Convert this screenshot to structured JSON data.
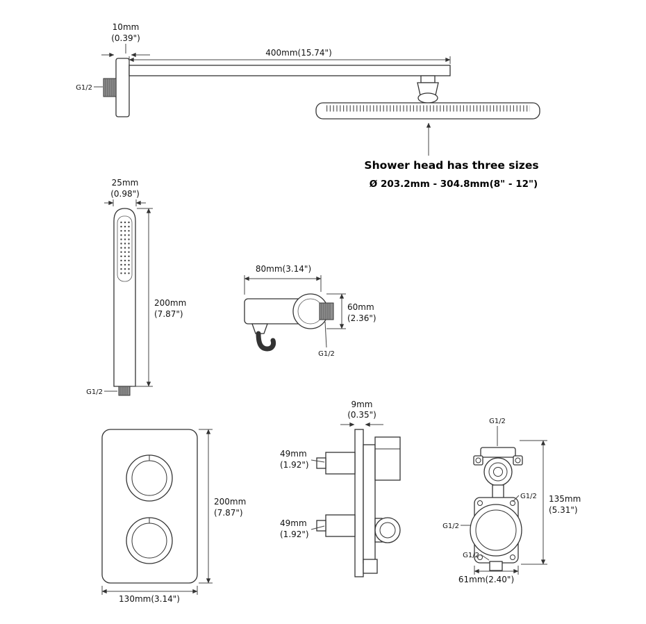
{
  "page": {
    "background": "#ffffff",
    "line_color": "#333333"
  },
  "shower_arm": {
    "flange_thickness_mm": "10mm",
    "flange_thickness_in": "(0.39\")",
    "length": "400mm(15.74\")",
    "thread": "G1/2"
  },
  "shower_head": {
    "note": "Shower head has three sizes",
    "diameter_range": "Ø 203.2mm - 304.8mm(8\" - 12\")"
  },
  "hand_shower": {
    "width_mm": "25mm",
    "width_in": "(0.98\")",
    "length_mm": "200mm",
    "length_in": "(7.87\")",
    "thread": "G1/2"
  },
  "wall_outlet": {
    "width": "80mm(3.14\")",
    "height_mm": "60mm",
    "height_in": "(2.36\")",
    "thread": "G1/2"
  },
  "valve_trim": {
    "height_mm": "200mm",
    "height_in": "(7.87\")",
    "width": "130mm(3.14\")"
  },
  "valve_side": {
    "plate_thickness_mm": "9mm",
    "plate_thickness_in": "(0.35\")",
    "top_knob_mm": "49mm",
    "top_knob_in": "(1.92\")",
    "bottom_knob_mm": "49mm",
    "bottom_knob_in": "(1.92\")"
  },
  "rough_in_valve": {
    "thread_top": "G1/2",
    "thread_right": "G1/2",
    "thread_left": "G1/2",
    "thread_bottom": "G1/2",
    "height_mm": "135mm",
    "height_in": "(5.31\")",
    "width": "61mm(2.40\")"
  }
}
